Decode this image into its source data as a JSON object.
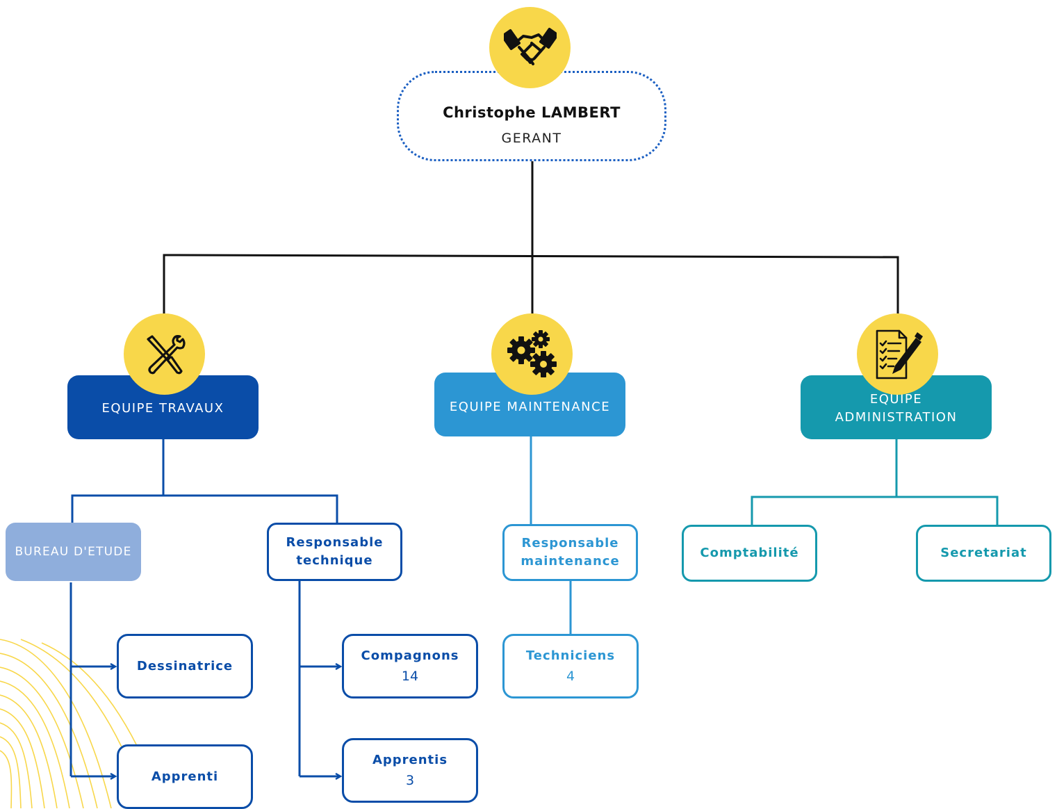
{
  "colors": {
    "accent_yellow": "#F8D74A",
    "travaux_dark_blue": "#0A4DA8",
    "maintenance_blue": "#2C96D3",
    "administration_teal": "#1599AD",
    "bureau_light_blue": "#8FAEDC",
    "connector_black": "#111111"
  },
  "manager": {
    "name": "Christophe LAMBERT",
    "role": "GERANT",
    "icon": "handshake-icon"
  },
  "teams": {
    "travaux": {
      "label": "EQUIPE TRAVAUX",
      "icon": "tools-icon",
      "bureau": "BUREAU D'ETUDE",
      "dessinatrice": "Dessinatrice",
      "apprenti": "Apprenti",
      "responsable": "Responsable technique",
      "compagnons": {
        "label": "Compagnons",
        "count": "14"
      },
      "apprentis": {
        "label": "Apprentis",
        "count": "3"
      }
    },
    "maintenance": {
      "label": "EQUIPE MAINTENANCE",
      "icon": "gears-icon",
      "responsable": "Responsable maintenance",
      "techniciens": {
        "label": "Techniciens",
        "count": "4"
      }
    },
    "administration": {
      "label": "EQUIPE ADMINISTRATION",
      "icon": "checklist-document-icon",
      "comptabilite": "Comptabilité",
      "secretariat": "Secretariat"
    }
  }
}
